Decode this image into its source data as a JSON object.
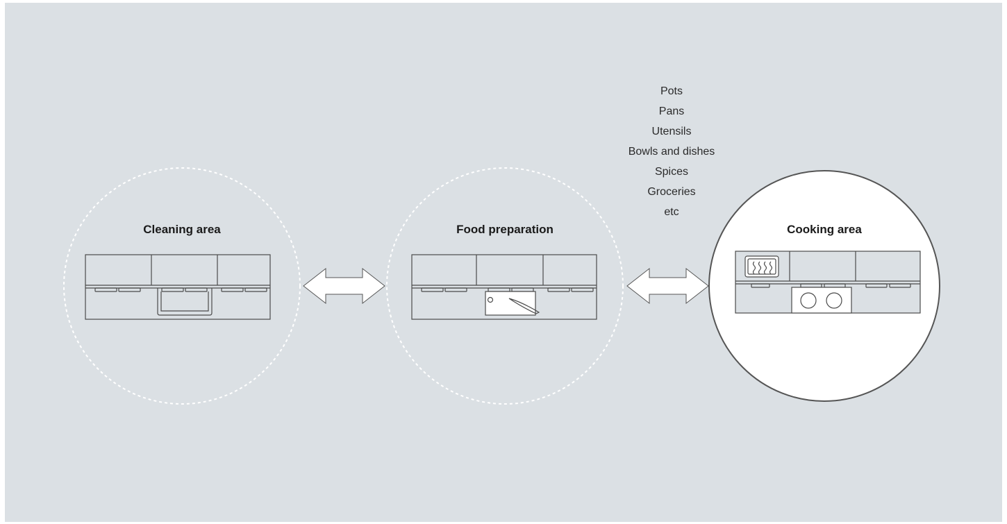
{
  "zones": {
    "cleaning": {
      "label": "Cleaning area"
    },
    "food_prep": {
      "label": "Food preparation"
    },
    "cooking": {
      "label": "Cooking area"
    }
  },
  "storage_items": [
    "Pots",
    "Pans",
    "Utensils",
    "Bowls and dishes",
    "Spices",
    "Groceries",
    "etc"
  ],
  "colors": {
    "background": "#dbe0e4",
    "line": "#4a4a4a",
    "dashed_circle": "#ffffff",
    "highlight_fill": "#ffffff"
  }
}
